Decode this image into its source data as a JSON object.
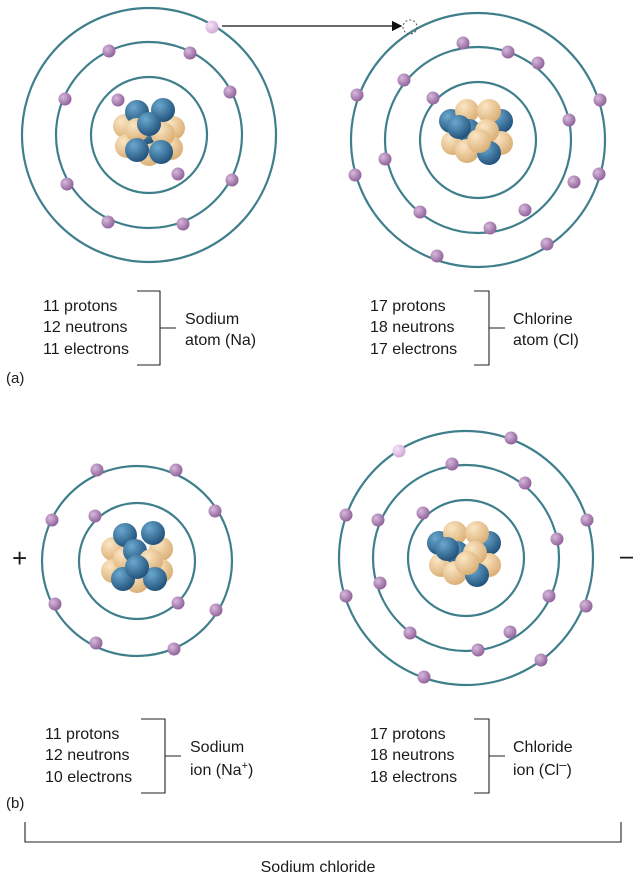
{
  "atom_a_sodium": {
    "protons": "11 protons",
    "neutrons": "12 neutrons",
    "electrons": "11 electrons",
    "name_line1": "Sodium",
    "name_line2": "atom (Na)"
  },
  "atom_a_chlorine": {
    "protons": "17 protons",
    "neutrons": "18 neutrons",
    "electrons": "17 electrons",
    "name_line1": "Chlorine",
    "name_line2": "atom (Cl)"
  },
  "ion_b_sodium": {
    "protons": "11 protons",
    "neutrons": "12 neutrons",
    "electrons": "10 electrons",
    "name_line1": "Sodium",
    "name_line2_prefix": "ion (Na",
    "name_line2_sup": "+",
    "name_line2_suffix": ")",
    "charge_sign": "+"
  },
  "ion_b_chloride": {
    "protons": "17 protons",
    "neutrons": "18 neutrons",
    "electrons": "18 electrons",
    "name_line1": "Chloride",
    "name_line2_prefix": "ion (Cl",
    "name_line2_sup": "–",
    "name_line2_suffix": ")",
    "charge_sign": "–"
  },
  "panel_labels": {
    "a": "(a)",
    "b": "(b)"
  },
  "compound_label": "Sodium chloride",
  "colors": {
    "orbit": "#3f7f8c",
    "electron": "#a47aac",
    "transfer_electron": "#e0bde4",
    "proton": "#e8c79a",
    "neutron": "#2f6e9e"
  }
}
